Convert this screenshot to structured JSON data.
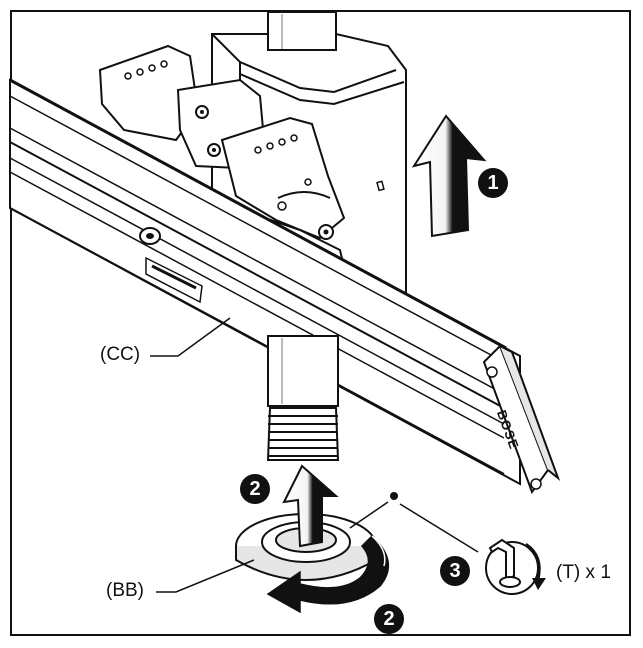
{
  "callouts": {
    "cc": "(CC)",
    "bb": "(BB)",
    "t": "(T) x 1"
  },
  "steps": {
    "one": "1",
    "two_top": "2",
    "two_bottom": "2",
    "three": "3"
  },
  "beam_end_cap": {
    "logo_text": "BOSE"
  },
  "icons": {
    "lift_arrow": "arrow-up-icon",
    "rotate_arrow": "rotate-arrow-icon",
    "wrench": "hex-wrench-icon"
  },
  "colors": {
    "line": "#111111",
    "fill": "#ffffff",
    "shade": "#e6e6e6",
    "arrow_light": "#f4f4f4"
  }
}
